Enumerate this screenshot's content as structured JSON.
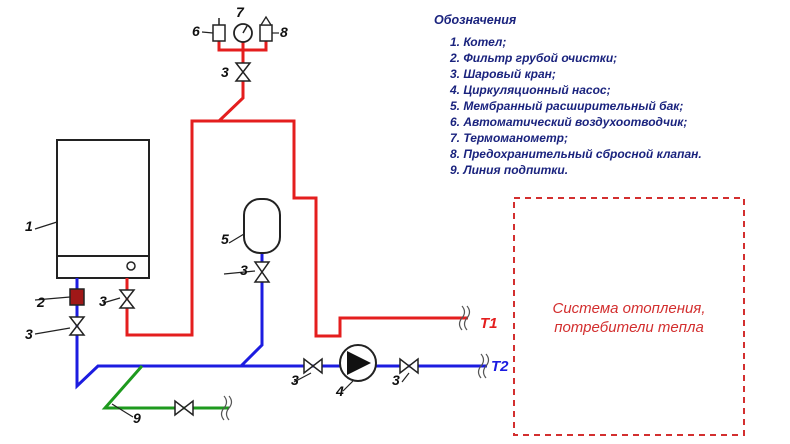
{
  "legend": {
    "title": "Обозначения",
    "items": [
      "1. Котел;",
      "2. Фильтр грубой очистки;",
      "3. Шаровый кран;",
      "4. Циркуляционный насос;",
      "5. Мембранный расширительный бак;",
      "6. Автоматический воздухоотводчик;",
      "7. Термоманометр;",
      "8. Предохранительный сбросной клапан.",
      "9. Линия подпитки."
    ]
  },
  "system_box": {
    "line1": "Система отопления,",
    "line2": "потребители тепла"
  },
  "labels": {
    "boiler": "1",
    "filter": "2",
    "valve": "3",
    "pump": "4",
    "tank": "5",
    "air_vent": "6",
    "thermomanometer": "7",
    "safety_valve": "8",
    "makeup_line": "9"
  },
  "lines": {
    "supply": "T1",
    "return": "T2"
  },
  "colors": {
    "supply": "#e41e1e",
    "return": "#1c1ce0",
    "makeup": "#1e9a1e",
    "filter_fill": "#a01818",
    "legend_text": "#1a237e",
    "system_text": "#d32f2f"
  }
}
